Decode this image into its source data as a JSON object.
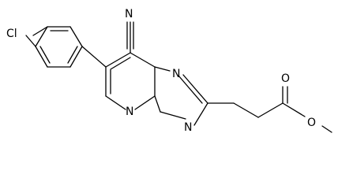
{
  "molecule": {
    "atoms": {
      "cl": "Cl",
      "n_cyano": "N",
      "n_triazole_top": "N",
      "n_triazole_bottom": "N",
      "n_bridge": "N",
      "o_carbonyl": "O",
      "o_ester": "O"
    }
  }
}
